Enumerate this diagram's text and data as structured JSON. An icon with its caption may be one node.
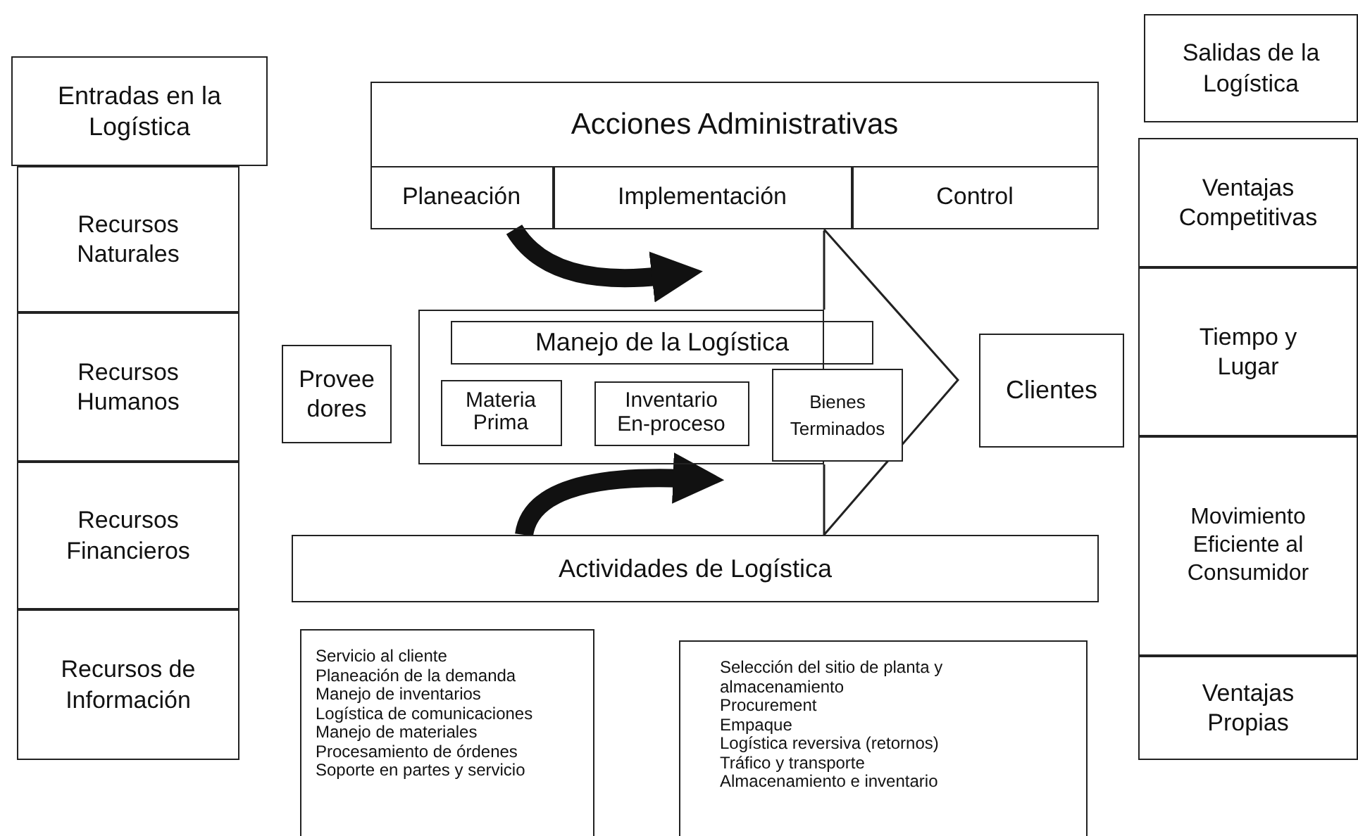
{
  "diagram": {
    "nodes": [
      {
        "text": [
          "Entradas en la Logística"
        ]
      },
      {
        "text": [
          "Recursos Naturales"
        ]
      },
      {
        "text": [
          "Recursos Humanos"
        ]
      },
      {
        "text": [
          "Recursos Financieros"
        ]
      },
      {
        "text": [
          "Recursos de Información"
        ]
      },
      {
        "text": [
          "Acciones Administrativas"
        ]
      },
      {
        "text": [
          "Planeación"
        ],
        "in": 5
      },
      {
        "text": [
          "Implementación"
        ],
        "in": 5
      },
      {
        "text": [
          "Control"
        ],
        "in": 5
      },
      {
        "text": [],
        "shape": "box"
      },
      {
        "text": [
          "Manejo de la Logística"
        ]
      },
      {
        "text": [
          "Materia Prima"
        ],
        "in": 9
      },
      {
        "text": [
          "Inventario En-proceso"
        ],
        "in": 9
      },
      {
        "text": [
          "Bienes Terminados"
        ]
      },
      {
        "text": [
          "Provee dores"
        ]
      },
      {
        "text": [
          "Clientes"
        ]
      },
      {
        "text": [
          "Actividades de Logística"
        ]
      },
      {
        "text": [
          "Servicio al cliente",
          "Planeación de la demanda",
          "Manejo de inventarios",
          "Logística de comunicaciones",
          "Manejo de materiales",
          "Procesamiento de órdenes",
          "Soporte en partes y servicio"
        ]
      },
      {
        "text": [
          "Selección del sitio de planta y almacenamiento",
          "Procurement",
          "Empaque",
          "Logística reversiva (retornos)",
          "Tráfico y transporte",
          "Almacenamiento e inventario"
        ]
      },
      {
        "text": [
          "Salidas de la Logística"
        ]
      },
      {
        "text": [
          "Ventajas Competitivas"
        ]
      },
      {
        "text": [
          "Tiempo y Lugar"
        ]
      },
      {
        "text": [
          "Movimiento Eficiente al Consumidor"
        ]
      },
      {
        "text": [
          "Ventajas Propias"
        ]
      }
    ],
    "edges": [
      {
        "from": 6,
        "to": 10,
        "arrow": "to"
      },
      {
        "from": 16,
        "to": 9,
        "arrow": "to"
      }
    ]
  }
}
